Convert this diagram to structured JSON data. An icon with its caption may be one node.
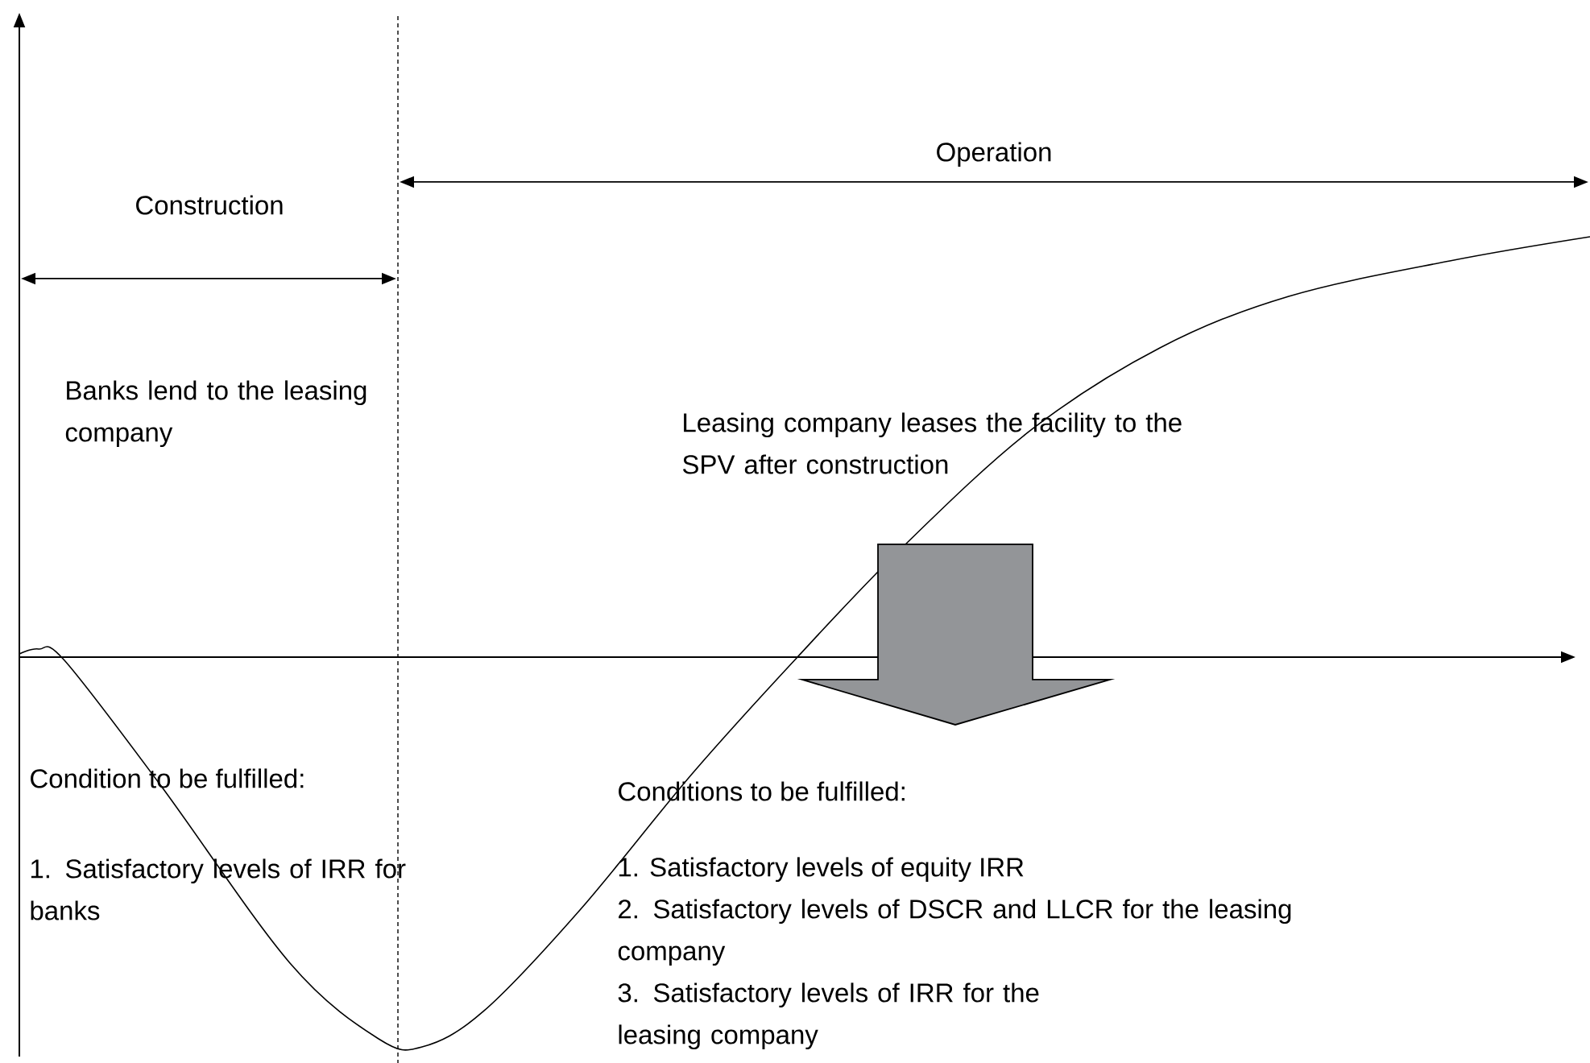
{
  "diagram": {
    "labels": [
      "Operation",
      "Construction",
      "Banks lend to the leasing company",
      "Leasing company leases the facility to the SPV after construction",
      "Condition to be fulfilled:",
      "1. Satisfactory levels of IRR for banks",
      "Conditions to be fulfilled:",
      "1. Satisfactory levels of equity IRR",
      "2. Satisfactory levels of DSCR and LLCR for the leasing company",
      "3. Satisfactory levels of IRR for the leasing company"
    ]
  }
}
